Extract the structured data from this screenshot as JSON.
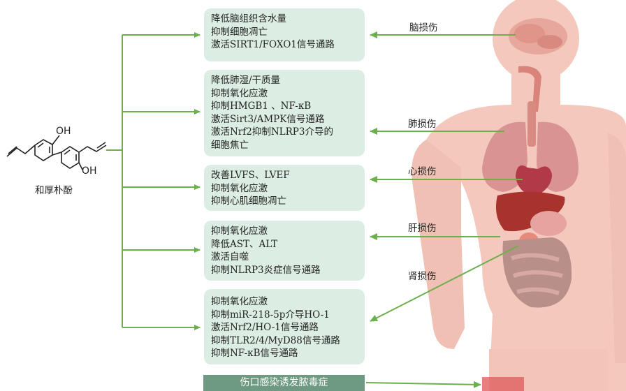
{
  "compound": {
    "name": "和厚朴酚",
    "oh_top": "OH",
    "oh_bottom": "OH"
  },
  "boxes": [
    {
      "lines": [
        "降低脑组织含水量",
        "抑制细胞凋亡",
        "激活SIRT1/FOXO1信号通路"
      ]
    },
    {
      "lines": [
        "降低肺湿/干质量",
        "抑制氧化应激",
        "抑制HMGB1 、NF-κB",
        "激活Sirt3/AMPK信号通路",
        "激活Nrf2抑制NLRP3介导的",
        "细胞焦亡"
      ]
    },
    {
      "lines": [
        "改善LVFS、LVEF",
        "抑制氧化应激",
        "抑制心肌细胞凋亡"
      ]
    },
    {
      "lines": [
        "抑制氧化应激",
        "降低AST、ALT",
        "激活自噬",
        "抑制NLRP3炎症信号通路"
      ]
    },
    {
      "lines": [
        "抑制氧化应激",
        "抑制miR-218-5p介导HO-1",
        "激活Nrf2/HO-1信号通路",
        "抑制TLR2/4/MyD88信号通路",
        "抑制NF-κB信号通路"
      ]
    }
  ],
  "organs": {
    "brain": "脑损伤",
    "lung": "肺损伤",
    "heart": "心损伤",
    "liver": "肝损伤",
    "kidney": "肾损伤"
  },
  "banner": "伤口感染诱发脓毒症",
  "colors": {
    "bracket": "#6bb04c",
    "box_fill": "#dceee3",
    "banner_fill": "#6e9a82",
    "skin": "#f3c6bd"
  }
}
